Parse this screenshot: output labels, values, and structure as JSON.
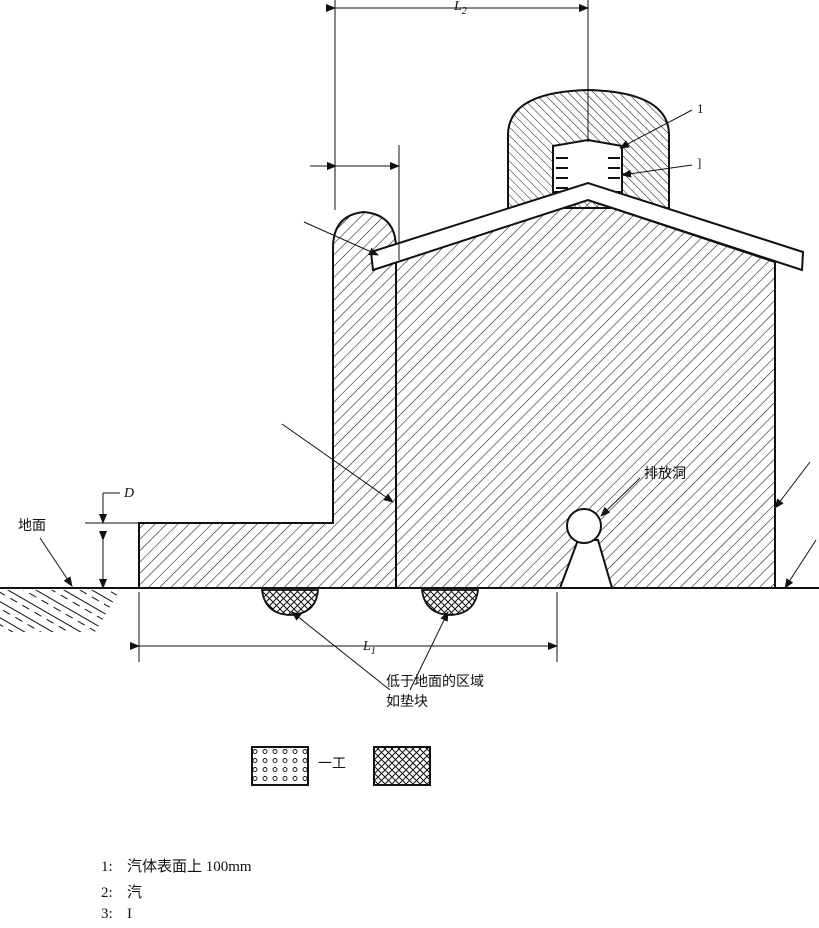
{
  "dimensions": {
    "L2": "L2",
    "L1": "L1",
    "D": "D"
  },
  "labels": {
    "callout_1a": "1",
    "callout_1b": "]",
    "ground_left": "地面",
    "drain_hole": "排放洞",
    "bottom_note_line1": "低于地面的区域",
    "bottom_note_line2": "如垫块"
  },
  "legend_swatches": {
    "dotted_suffix": "一工",
    "crosshatch_suffix": ""
  },
  "legend_list": [
    {
      "num": "1:",
      "text": "汽体表面上 100mm"
    },
    {
      "num": "2:",
      "text": "汽"
    },
    {
      "num": "3:",
      "text": "I"
    }
  ],
  "colors": {
    "line": "#111111",
    "background": "#ffffff"
  }
}
